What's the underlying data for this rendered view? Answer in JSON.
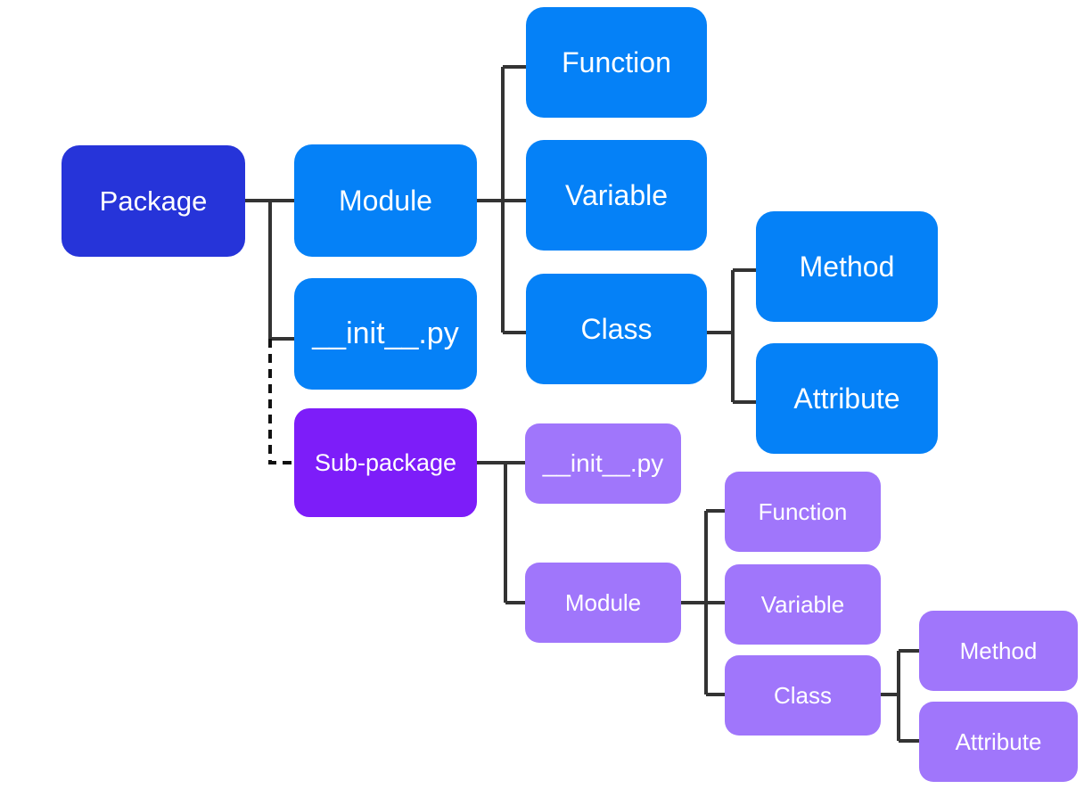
{
  "package": {
    "label": "Package",
    "module": "Module",
    "init": "__init__.py",
    "function": "Function",
    "variable": "Variable",
    "class": "Class",
    "method": "Method",
    "attribute": "Attribute"
  },
  "subpackage": {
    "label": "Sub-package",
    "init": "__init__.py",
    "module": "Module",
    "function": "Function",
    "variable": "Variable",
    "class": "Class",
    "method": "Method",
    "attribute": "Attribute"
  },
  "colors": {
    "package": "#2634d9",
    "package_children": "#0581f7",
    "subpackage": "#7d1df9",
    "subpackage_children": "#a076fb",
    "connector": "#333333"
  }
}
